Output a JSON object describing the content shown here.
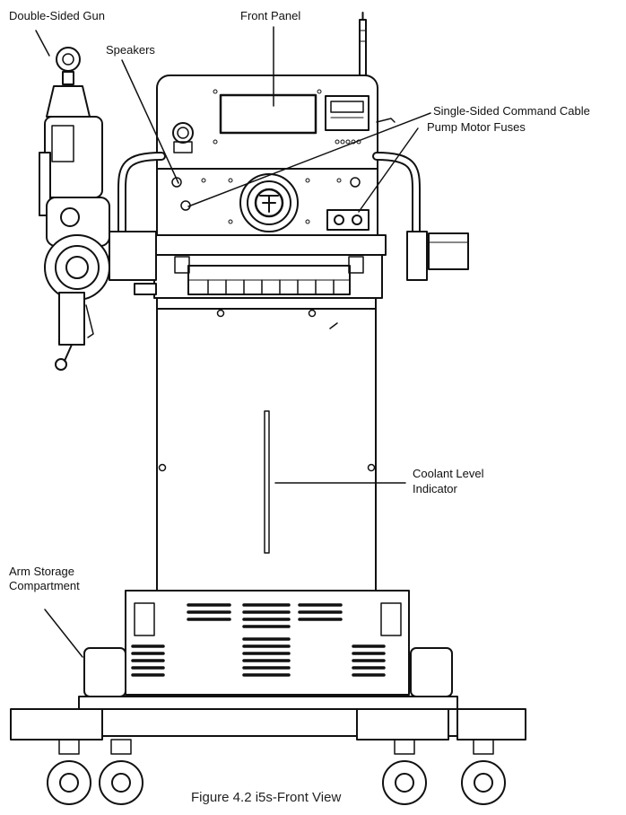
{
  "labels": {
    "double_sided_gun": "Double-Sided Gun",
    "front_panel": "Front Panel",
    "speakers": "Speakers",
    "single_sided_command_cable": "Single-Sided Command Cable",
    "pump_motor_fuses": "Pump Motor Fuses",
    "coolant_level_indicator_line1": "Coolant Level",
    "coolant_level_indicator_line2": "Indicator",
    "arm_storage_compartment_line1": "Arm Storage",
    "arm_storage_compartment_line2": "Compartment"
  },
  "caption": "Figure 4.2 i5s-Front View",
  "colors": {
    "line": "#111111",
    "background": "#ffffff"
  }
}
